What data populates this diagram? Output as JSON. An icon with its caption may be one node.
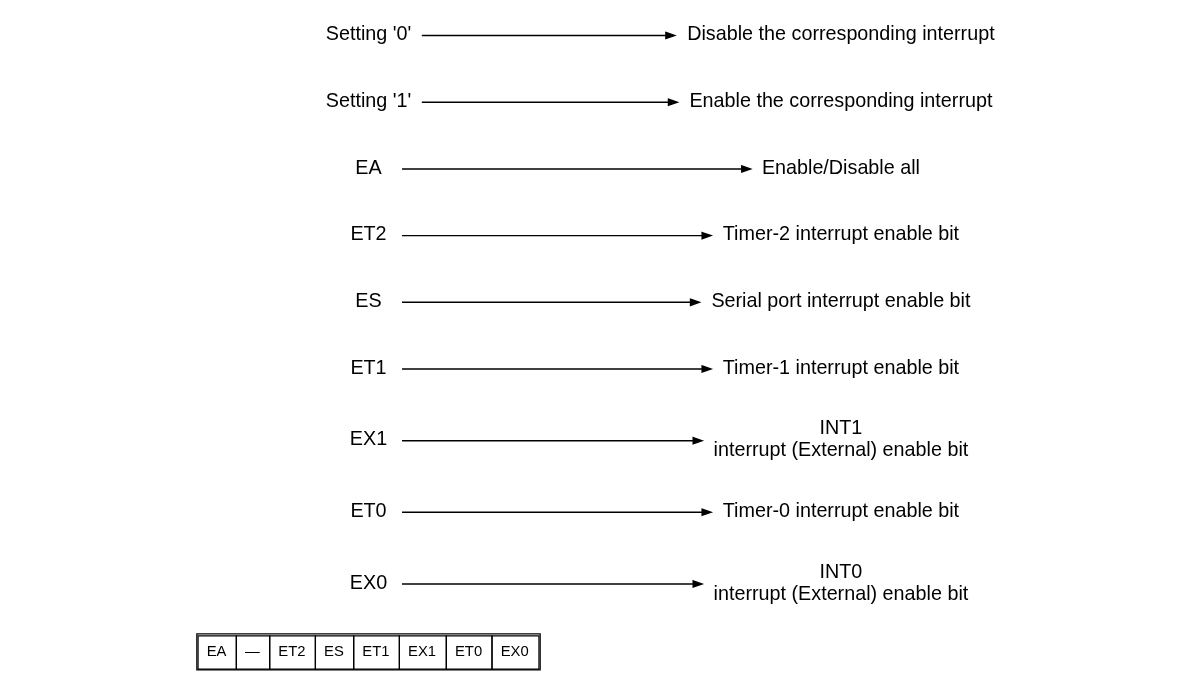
{
  "diagram": {
    "nodes": [
      {
        "text": [
          "EX0"
        ]
      },
      {
        "text": [
          "INT0",
          "interrupt (External) enable bit"
        ]
      },
      {
        "text": [
          "ET0"
        ]
      },
      {
        "text": [
          "Timer-0 interrupt enable bit"
        ]
      },
      {
        "text": [
          "EX1"
        ]
      },
      {
        "text": [
          "INT1",
          "interrupt (External) enable bit"
        ]
      },
      {
        "text": [
          "ET1"
        ]
      },
      {
        "text": [
          "Timer-1 interrupt enable bit"
        ]
      },
      {
        "text": [
          "ES"
        ]
      },
      {
        "text": [
          "Serial port interrupt enable bit"
        ]
      },
      {
        "text": [
          "ET2"
        ]
      },
      {
        "text": [
          "Timer-2 interrupt enable bit"
        ]
      },
      {
        "text": [
          "EA"
        ]
      },
      {
        "text": [
          "Enable/Disable all"
        ]
      },
      {
        "text": [
          "Setting '1'"
        ]
      },
      {
        "text": [
          "Enable the corresponding interrupt"
        ]
      },
      {
        "text": [
          "Setting '0'"
        ]
      },
      {
        "text": [
          "Disable the corresponding interrupt"
        ]
      }
    ],
    "edges": [
      {
        "from": 0,
        "to": 1,
        "arrow": "to"
      },
      {
        "from": 2,
        "to": 3,
        "arrow": "to"
      },
      {
        "from": 4,
        "to": 5,
        "arrow": "to"
      },
      {
        "from": 6,
        "to": 7,
        "arrow": "to"
      },
      {
        "from": 8,
        "to": 9,
        "arrow": "to"
      },
      {
        "from": 10,
        "to": 11,
        "arrow": "to"
      },
      {
        "from": 12,
        "to": 13,
        "arrow": "to"
      },
      {
        "from": 14,
        "to": 15,
        "arrow": "to"
      },
      {
        "from": 16,
        "to": 17,
        "arrow": "to"
      }
    ],
    "labels": [
      "EA",
      "—",
      "ET2",
      "ES",
      "ET1",
      "EX1",
      "ET0",
      "EX0"
    ]
  }
}
